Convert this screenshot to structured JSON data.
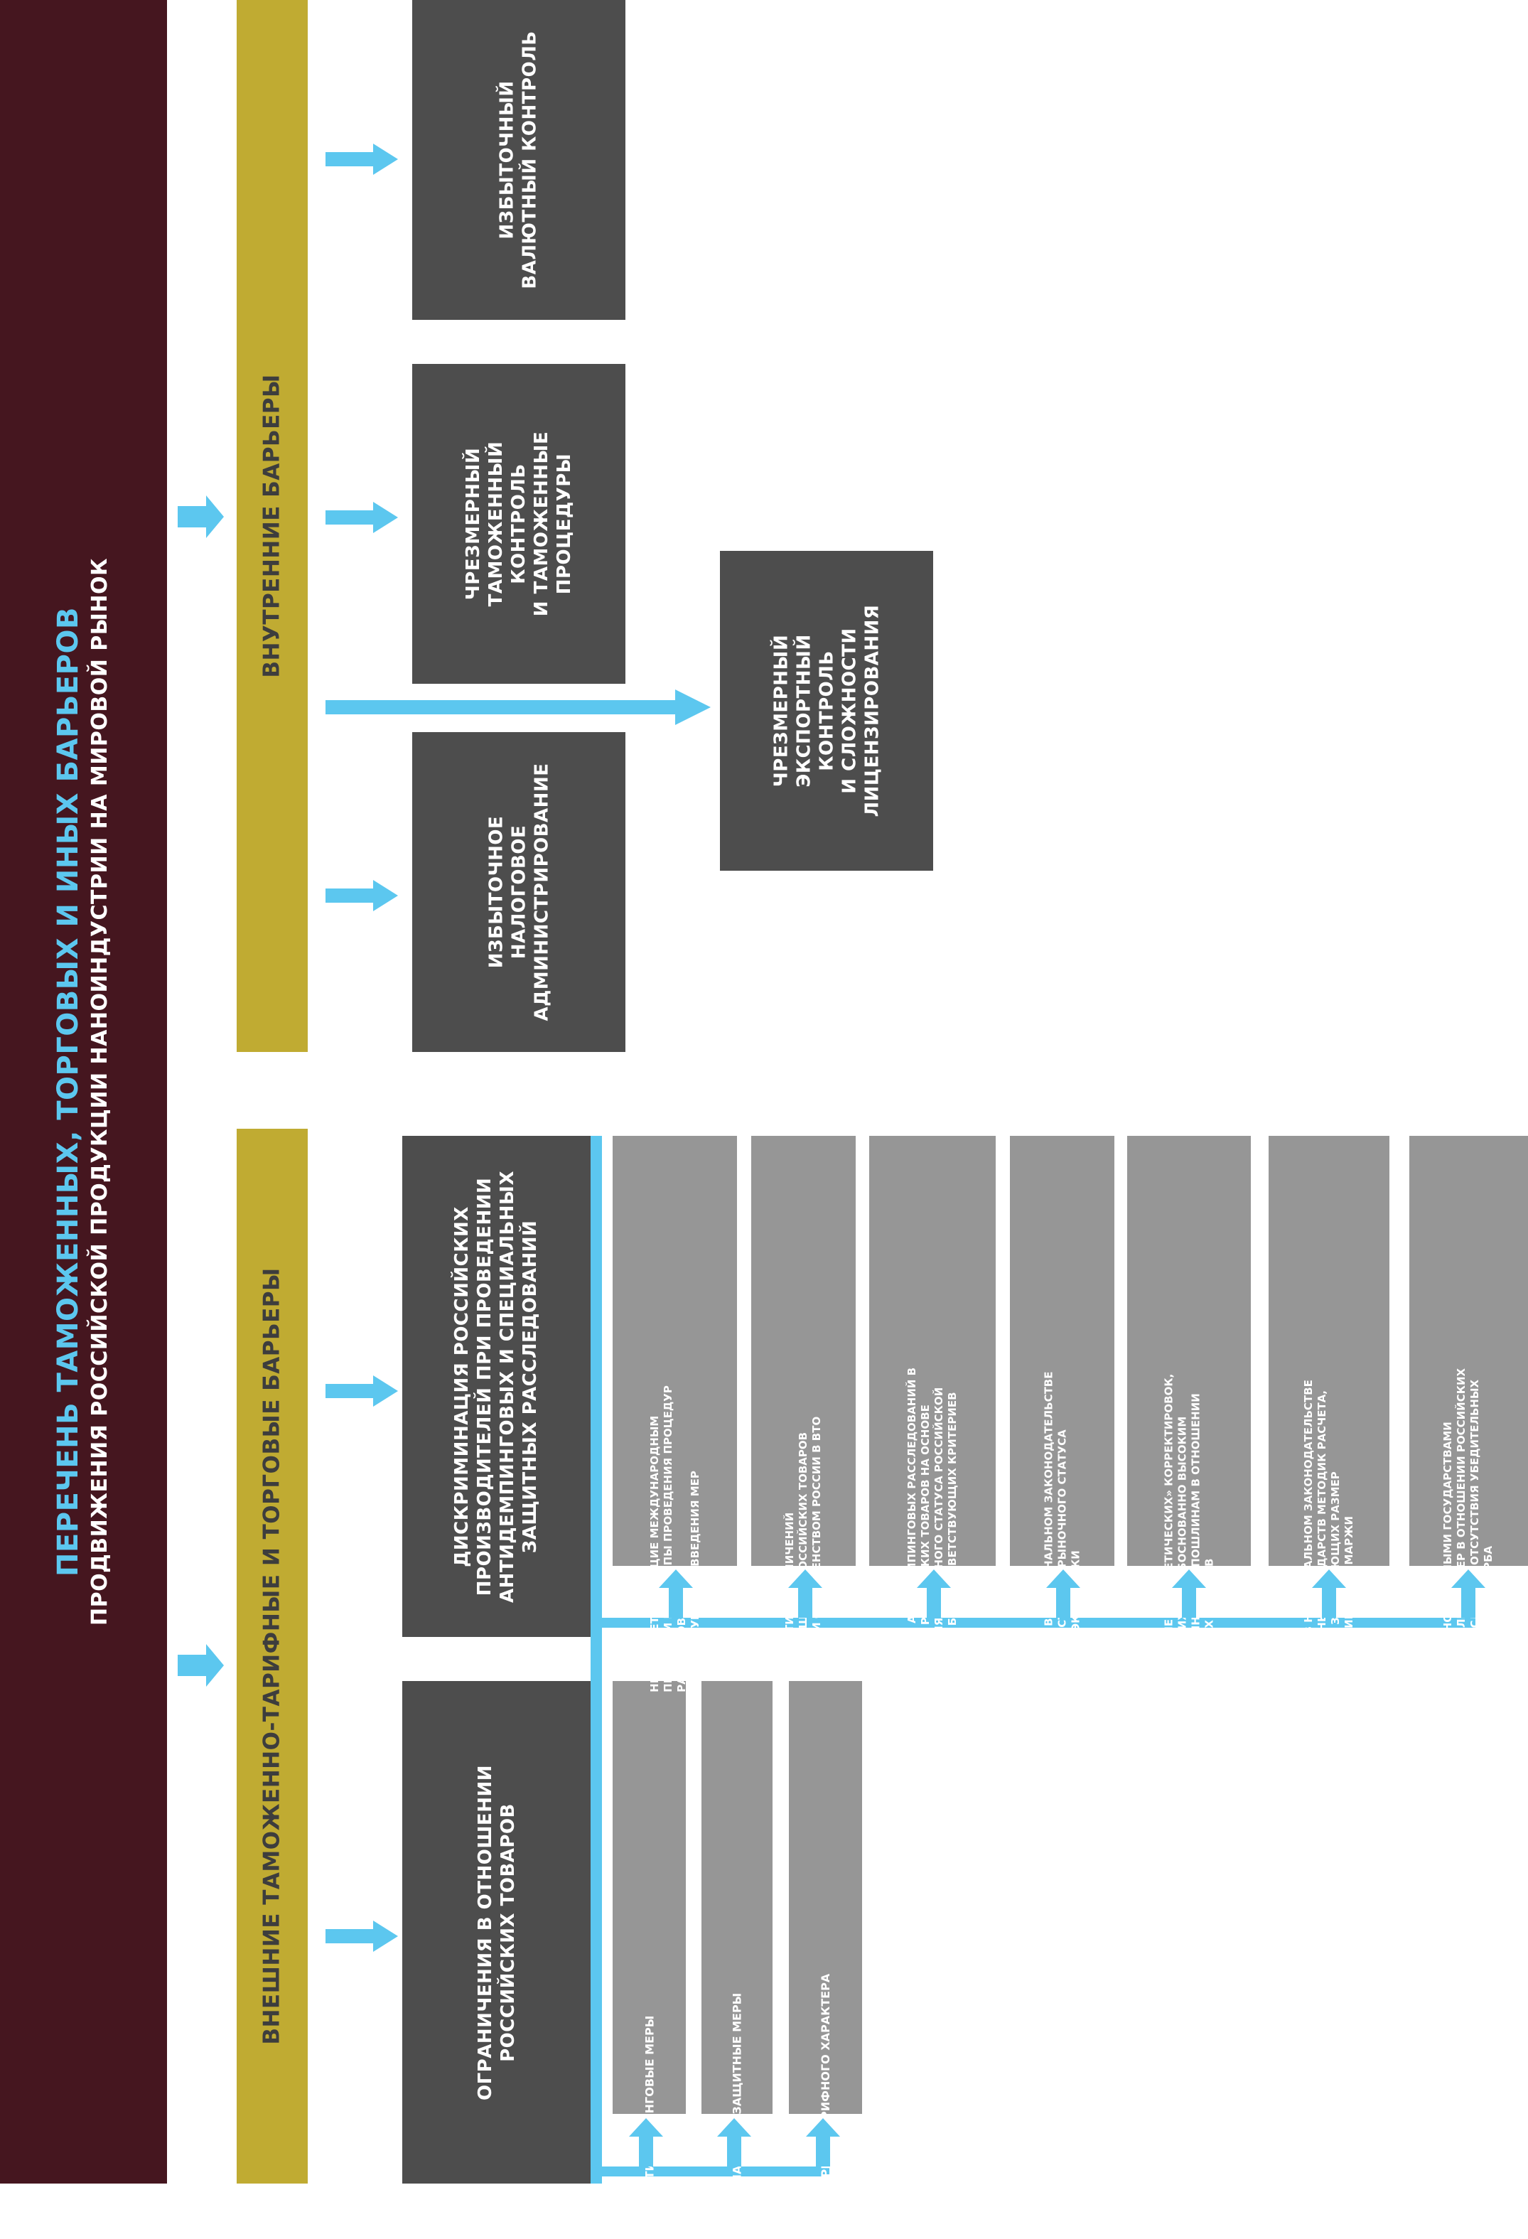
{
  "title": {
    "line1": "ПЕРЕЧЕНЬ ТАМОЖЕННЫХ, ТОРГОВЫХ И ИНЫХ БАРЬЕРОВ",
    "line2": "ПРОДВИЖЕНИЯ РОССИЙСКОЙ ПРОДУКЦИИ НАНОИНДУСТРИИ НА МИРОВОЙ РЫНОК"
  },
  "external": {
    "label": "ВНЕШНИЕ ТАМОЖЕННО-ТАРИФНЫЕ И ТОРГОВЫЕ БАРЬЕРЫ",
    "restrictions": {
      "lines": [
        "ОГРАНИЧЕНИЯ В ОТНОШЕНИИ",
        "РОССИЙСКИХ ТОВАРОВ"
      ],
      "items": [
        "АНТИДЕМПИНГОВЫЕ МЕРЫ",
        "СПЕЦИАЛЬНЫЕ ЗАЩИТНЫЕ МЕРЫ",
        "ИНЫЕ МЕРЫ НЕТАРИФНОГО ХАРАКТЕРА"
      ]
    },
    "discrimination": {
      "lines": [
        "ДИСКРИМИНАЦИЯ РОССИЙСКИХ",
        "ПРОИЗВОДИТЕЛЕЙ ПРИ ПРОВЕДЕНИИ",
        "АНТИДЕМПИНГОВЫХ И СПЕЦИАЛЬНЫХ",
        "ЗАЩИТНЫХ РАССЛЕДОВАНИЙ"
      ],
      "items": [
        [
          "НЕ СООТВЕТСТВУЮЩИЕ МЕЖДУНАРОДНЫМ",
          "ПРАВИЛАМ ПРИНЦИПЫ ПРОВЕДЕНИЯ ПРОЦЕДУР",
          "РАССЛЕДОВАНИЙ",
          "И ПОСЛЕДУЮЩЕГО ВВЕДЕНИЯ МЕР"
        ],
        [
          "ПРИНЯТИЕ ОГРАНИЧЕНИЙ",
          "В ОТНОШЕНИИ РОССИЙСКИХ ТОВАРОВ",
          "В СВЯЗИ С НЕ ЧЛЕНСТВОМ РОССИИ В ВТО"
        ],
        [
          "ПРОВЕДЕНИЕ АНТИДЕМПИНГОВЫХ РАССЛЕДОВАНИЙ В",
          "ОТНОШЕНИИ РОССИЙСКИХ ТОВАРОВ НА ОСНОВЕ",
          "НЕПРИЗНАНИЯ РЫНОЧНОГО СТАТУСА РОССИЙСКОЙ",
          "ЭКОНОМИКИ БЕЗ СООТВЕТСТВУЮЩИХ КРИТЕРИЕВ"
        ],
        [
          "ЗАКРЕПЛЕНИЕ В НАЦИОНАЛЬНОМ ЗАКОНОДАТЕЛЬСТВЕ",
          "ЗАРУБЕЖНЫХ СТРАН НЕРЫНОЧНОГО СТАТУСА",
          "РОССИЙСКОЙ ЭКОНОМИКИ"
        ],
        [
          "ПРИМЕНЕНИЕ «ЭНЕРГЕТИЧЕСКИХ» КОРРЕКТИРОВОК,",
          "ПРИВОДЯЩИХ К НЕОБОСНОВАННО ВЫСОКИМ",
          "АНТИДЕМПИНГОВЫМ ПОШЛИНАМ В ОТНОШЕНИИ",
          "РОССИЙСКИХ ТОВАРОВ"
        ],
        [
          "НАЛИЧИЕ В НАЦИОНАЛЬНОМ ЗАКОНОДАТЕЛЬСТВЕ",
          "ИНОСТРАННЫХ ГОСУДАРСТВ МЕТОДИК РАСЧЕТА,",
          "ЗАВЕДОМО ЗАВЫШАЮЩИХ РАЗМЕР",
          "АНТИДЕМПИНГОВОЙ МАРЖИ"
        ],
        [
          "ВВЕДЕНИЕ ИНОСТРАННЫМИ ГОСУДАРСТВАМИ",
          "ОГРАНИЧИТЕЛЬНЫХ МЕР В ОТНОШЕНИИ РОССИЙСКИХ",
          "ТОВАРОВ В УСЛОВИЯХ ОТСУТСТВИЯ УБЕДИТЕЛЬНЫХ",
          "ДОКАЗАТЕЛЬСТВ УЩЕРБА"
        ]
      ]
    }
  },
  "internal": {
    "label": "ВНУТРЕННИЕ БАРЬЕРЫ",
    "tax": [
      "ИЗБЫТОЧНОЕ",
      "НАЛОГОВОЕ",
      "АДМИНИСТРИРОВАНИЕ"
    ],
    "export": [
      "ЧРЕЗМЕРНЫЙ",
      "ЭКСПОРТНЫЙ",
      "КОНТРОЛЬ",
      "И СЛОЖНОСТИ",
      "ЛИЦЕНЗИРОВАНИЯ"
    ],
    "customs": [
      "ЧРЕЗМЕРНЫЙ",
      "ТАМОЖЕННЫЙ",
      "КОНТРОЛЬ",
      "И ТАМОЖЕННЫЕ",
      "ПРОЦЕДУРЫ"
    ],
    "currency": [
      "ИЗБЫТОЧНЫЙ",
      "ВАЛЮТНЫЙ КОНТРОЛЬ"
    ]
  },
  "colors": {
    "title_band": "#45161f",
    "accent_blue": "#5cc7ef",
    "gold": "#c0ab32",
    "dark_box": "#4d4d4d",
    "grey_box": "#969696"
  }
}
